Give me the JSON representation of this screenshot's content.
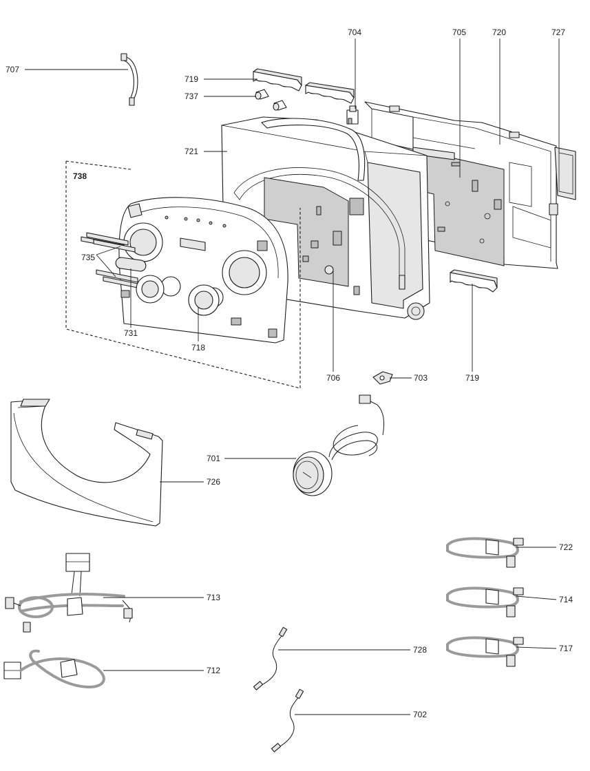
{
  "labels": {
    "p701": "701",
    "p702": "702",
    "p703": "703",
    "p704": "704",
    "p705": "705",
    "p706": "706",
    "p707": "707",
    "p712": "712",
    "p713": "713",
    "p714": "714",
    "p717": "717",
    "p718": "718",
    "p719a": "719",
    "p719b": "719",
    "p720": "720",
    "p721": "721",
    "p722": "722",
    "p726": "726",
    "p727": "727",
    "p728": "728",
    "p731": "731",
    "p735": "735",
    "p737": "737",
    "p738": "738"
  }
}
